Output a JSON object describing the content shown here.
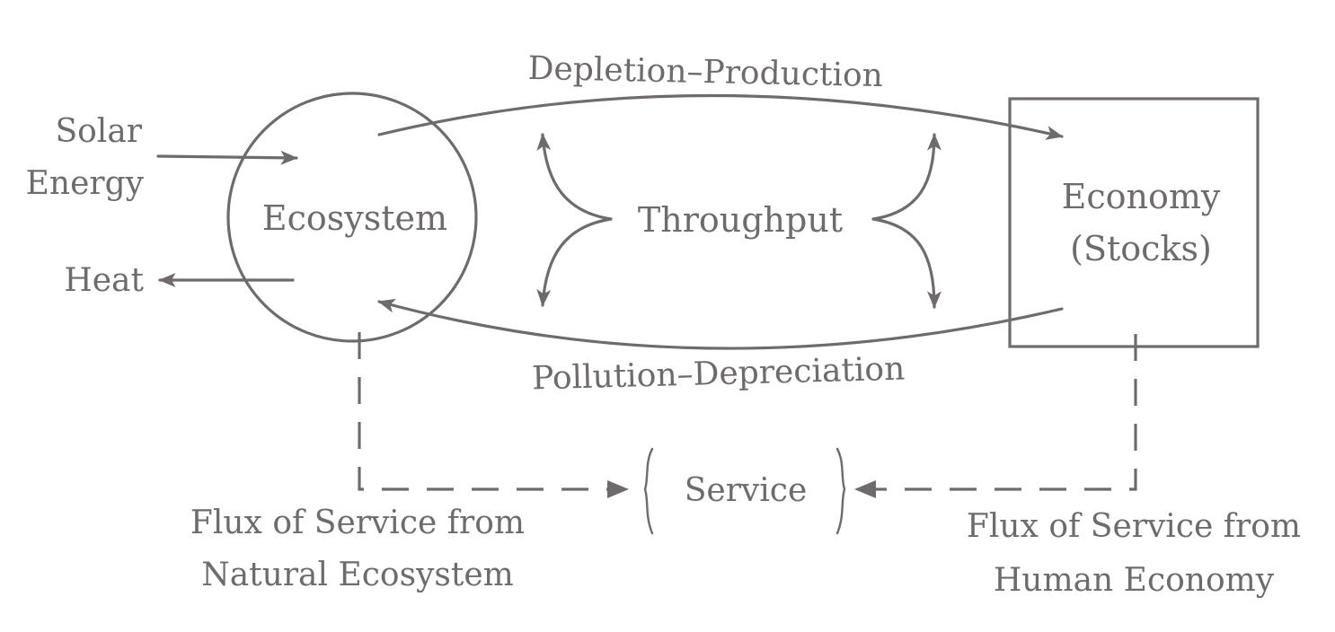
{
  "nodes": {
    "ecosystem": "Ecosystem",
    "economy_line1": "Economy",
    "economy_line2": "(Stocks)",
    "throughput": "Throughput",
    "service": "Service"
  },
  "inputs": {
    "solar_line1": "Solar",
    "solar_line2": "Energy",
    "heat": "Heat"
  },
  "flows": {
    "top": "Depletion–Production",
    "bottom": "Pollution–Depreciation"
  },
  "service_labels": {
    "left_line1": "Flux of Service from",
    "left_line2": "Natural Ecosystem",
    "right_line1": "Flux of Service from",
    "right_line2": "Human Economy"
  },
  "colors": {
    "ink": "#6f6b6c",
    "background": "#ffffff"
  }
}
